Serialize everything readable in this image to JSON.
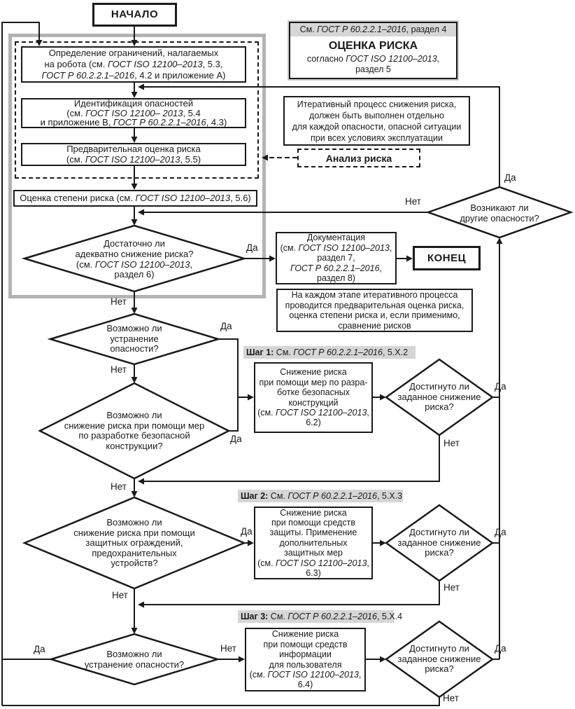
{
  "colors": {
    "line": "#1a1a1a",
    "frame_gray": "#b3b3b3",
    "label_bg": "#d6d6d6"
  },
  "labels": {
    "yes": "Да",
    "no": "Нет"
  },
  "nodes": {
    "start": "НАЧАЛО",
    "end": "КОНЕЦ",
    "analysis": "Анализ риска",
    "assess": {
      "header": [
        [
          {
            "t": "См. "
          },
          {
            "t": "ГОСТ Р 60.2.2.1–2016",
            "s": "i"
          },
          {
            "t": ", раздел 4"
          }
        ]
      ],
      "title": "ОЦЕНКА РИСКА",
      "subtitle": [
        [
          {
            "t": "согласно "
          },
          {
            "t": "ГОСТ ISO 12100–2013",
            "s": "i"
          },
          {
            "t": ","
          }
        ],
        [
          {
            "t": "раздел 5"
          }
        ]
      ]
    },
    "box_limits": [
      [
        {
          "t": "Определение ограничений, налагаемых"
        }
      ],
      [
        {
          "t": "на робота (см. "
        },
        {
          "t": "ГОСТ ISO 12100–2013",
          "s": "i"
        },
        {
          "t": ", 5.3,"
        }
      ],
      [
        {
          "t": "ГОСТ Р 60.2.2.1–2016",
          "s": "i"
        },
        {
          "t": ", 4.2 и приложение А)"
        }
      ]
    ],
    "box_hazard_id": [
      [
        {
          "t": "Идентификация опасностей"
        }
      ],
      [
        {
          "t": "(см. "
        },
        {
          "t": "ГОСТ ISO 12100– 2013",
          "s": "i"
        },
        {
          "t": ", 5.4"
        }
      ],
      [
        {
          "t": "и приложение В, "
        },
        {
          "t": "ГОСТ Р 60.2.2.1–2016",
          "s": "i"
        },
        {
          "t": ", 4.3)"
        }
      ]
    ],
    "box_prelim": [
      [
        {
          "t": "Предварительная оценка риска"
        }
      ],
      [
        {
          "t": "(см. "
        },
        {
          "t": "ГОСТ ISO 12100–2013",
          "s": "i"
        },
        {
          "t": ", 5.5)"
        }
      ]
    ],
    "box_evaluation": [
      [
        {
          "t": "Оценка степени риска (см. "
        },
        {
          "t": "ГОСТ ISO 12100–2013",
          "s": "i"
        },
        {
          "t": ", 5.6)"
        }
      ]
    ],
    "iter_note": [
      [
        {
          "t": "Итеративный процесс снижения риска,"
        }
      ],
      [
        {
          "t": "должен быть выполнен отдельно"
        }
      ],
      [
        {
          "t": "для каждой опасности, опасной ситуации"
        }
      ],
      [
        {
          "t": "при всех условиях эксплуатации"
        }
      ]
    ],
    "doc_box": [
      [
        {
          "t": "Документация"
        }
      ],
      [
        {
          "t": "(см. "
        },
        {
          "t": "ГОСТ ISO 12100–2013",
          "s": "i"
        },
        {
          "t": ","
        }
      ],
      [
        {
          "t": "раздел 7,"
        }
      ],
      [
        {
          "t": "ГОСТ Р 60.2.2.1–2016",
          "s": "i"
        },
        {
          "t": ","
        }
      ],
      [
        {
          "t": "раздел 8)"
        }
      ]
    ],
    "note_box": [
      [
        {
          "t": "На каждом этапе итеративного процесса"
        }
      ],
      [
        {
          "t": "проводится предварительная оценка риска,"
        }
      ],
      [
        {
          "t": "оценка степени риска и, если применимо,"
        }
      ],
      [
        {
          "t": "сравнение рисков"
        }
      ]
    ],
    "d_adequate": [
      [
        {
          "t": "Достаточно ли"
        }
      ],
      [
        {
          "t": "адекватно снижение риска?"
        }
      ],
      [
        {
          "t": "(см. "
        },
        {
          "t": "ГОСТ ISO 12100–2013",
          "s": "i"
        },
        {
          "t": ","
        }
      ],
      [
        {
          "t": "раздел 6)"
        }
      ]
    ],
    "d_other": [
      [
        {
          "t": "Возникают ли"
        }
      ],
      [
        {
          "t": "другие опасности?"
        }
      ]
    ],
    "d_eliminate": [
      [
        {
          "t": "Возможно ли"
        }
      ],
      [
        {
          "t": "устранение"
        }
      ],
      [
        {
          "t": "опасности?"
        }
      ]
    ],
    "d_design": [
      [
        {
          "t": "Возможно ли"
        }
      ],
      [
        {
          "t": "снижение риска при помощи мер"
        }
      ],
      [
        {
          "t": "по разработке безопасной"
        }
      ],
      [
        {
          "t": "конструкции?"
        }
      ]
    ],
    "d_guards": [
      [
        {
          "t": "Возможно ли"
        }
      ],
      [
        {
          "t": "снижение риска при помощи"
        }
      ],
      [
        {
          "t": "защитных ограждений,"
        }
      ],
      [
        {
          "t": "предохранительных"
        }
      ],
      [
        {
          "t": "устройств?"
        }
      ]
    ],
    "d_eliminate2": [
      [
        {
          "t": "Возможно ли"
        }
      ],
      [
        {
          "t": "устранение опасности?"
        }
      ]
    ],
    "d_achieved": [
      [
        {
          "t": "Достигнуто ли"
        }
      ],
      [
        {
          "t": "заданное снижение"
        }
      ],
      [
        {
          "t": "риска?"
        }
      ]
    ],
    "step1": {
      "label": [
        [
          {
            "t": "Шаг 1:",
            "s": "b"
          },
          {
            "t": " См. "
          },
          {
            "t": "ГОСТ Р 60.2.2.1–2016",
            "s": "i"
          },
          {
            "t": ", 5.X.2"
          }
        ]
      ],
      "box": [
        [
          {
            "t": "Снижение риска"
          }
        ],
        [
          {
            "t": "при помощи мер по разра-"
          }
        ],
        [
          {
            "t": "ботке безопасных"
          }
        ],
        [
          {
            "t": "конструкций"
          }
        ],
        [
          {
            "t": "(см. "
          },
          {
            "t": "ГОСТ ISO 12100–2013",
            "s": "i"
          },
          {
            "t": ","
          }
        ],
        [
          {
            "t": "6.2)"
          }
        ]
      ]
    },
    "step2": {
      "label": [
        [
          {
            "t": "Шаг 2:",
            "s": "b"
          },
          {
            "t": " См. "
          },
          {
            "t": "ГОСТ Р 60.2.2.1–2016",
            "s": "i"
          },
          {
            "t": ", 5.X.3"
          }
        ]
      ],
      "box": [
        [
          {
            "t": "Снижение риска"
          }
        ],
        [
          {
            "t": "при помощи средств"
          }
        ],
        [
          {
            "t": "защиты. Применение"
          }
        ],
        [
          {
            "t": "дополнительных"
          }
        ],
        [
          {
            "t": "защитных мер"
          }
        ],
        [
          {
            "t": "(см. "
          },
          {
            "t": "ГОСТ ISO 12100–2013",
            "s": "i"
          },
          {
            "t": ","
          }
        ],
        [
          {
            "t": "6.3)"
          }
        ]
      ]
    },
    "step3": {
      "label": [
        [
          {
            "t": "Шаг 3:",
            "s": "b"
          },
          {
            "t": " См. "
          },
          {
            "t": "ГОСТ Р 60.2.2.1–2016",
            "s": "i"
          },
          {
            "t": ", 5.X.4"
          }
        ]
      ],
      "box": [
        [
          {
            "t": "Снижение риска"
          }
        ],
        [
          {
            "t": "при помощи средств"
          }
        ],
        [
          {
            "t": "информации"
          }
        ],
        [
          {
            "t": "для пользователя"
          }
        ],
        [
          {
            "t": "(см. "
          },
          {
            "t": "ГОСТ ISO 12100–2013",
            "s": "i"
          },
          {
            "t": ","
          }
        ],
        [
          {
            "t": "6.4)"
          }
        ]
      ]
    }
  }
}
